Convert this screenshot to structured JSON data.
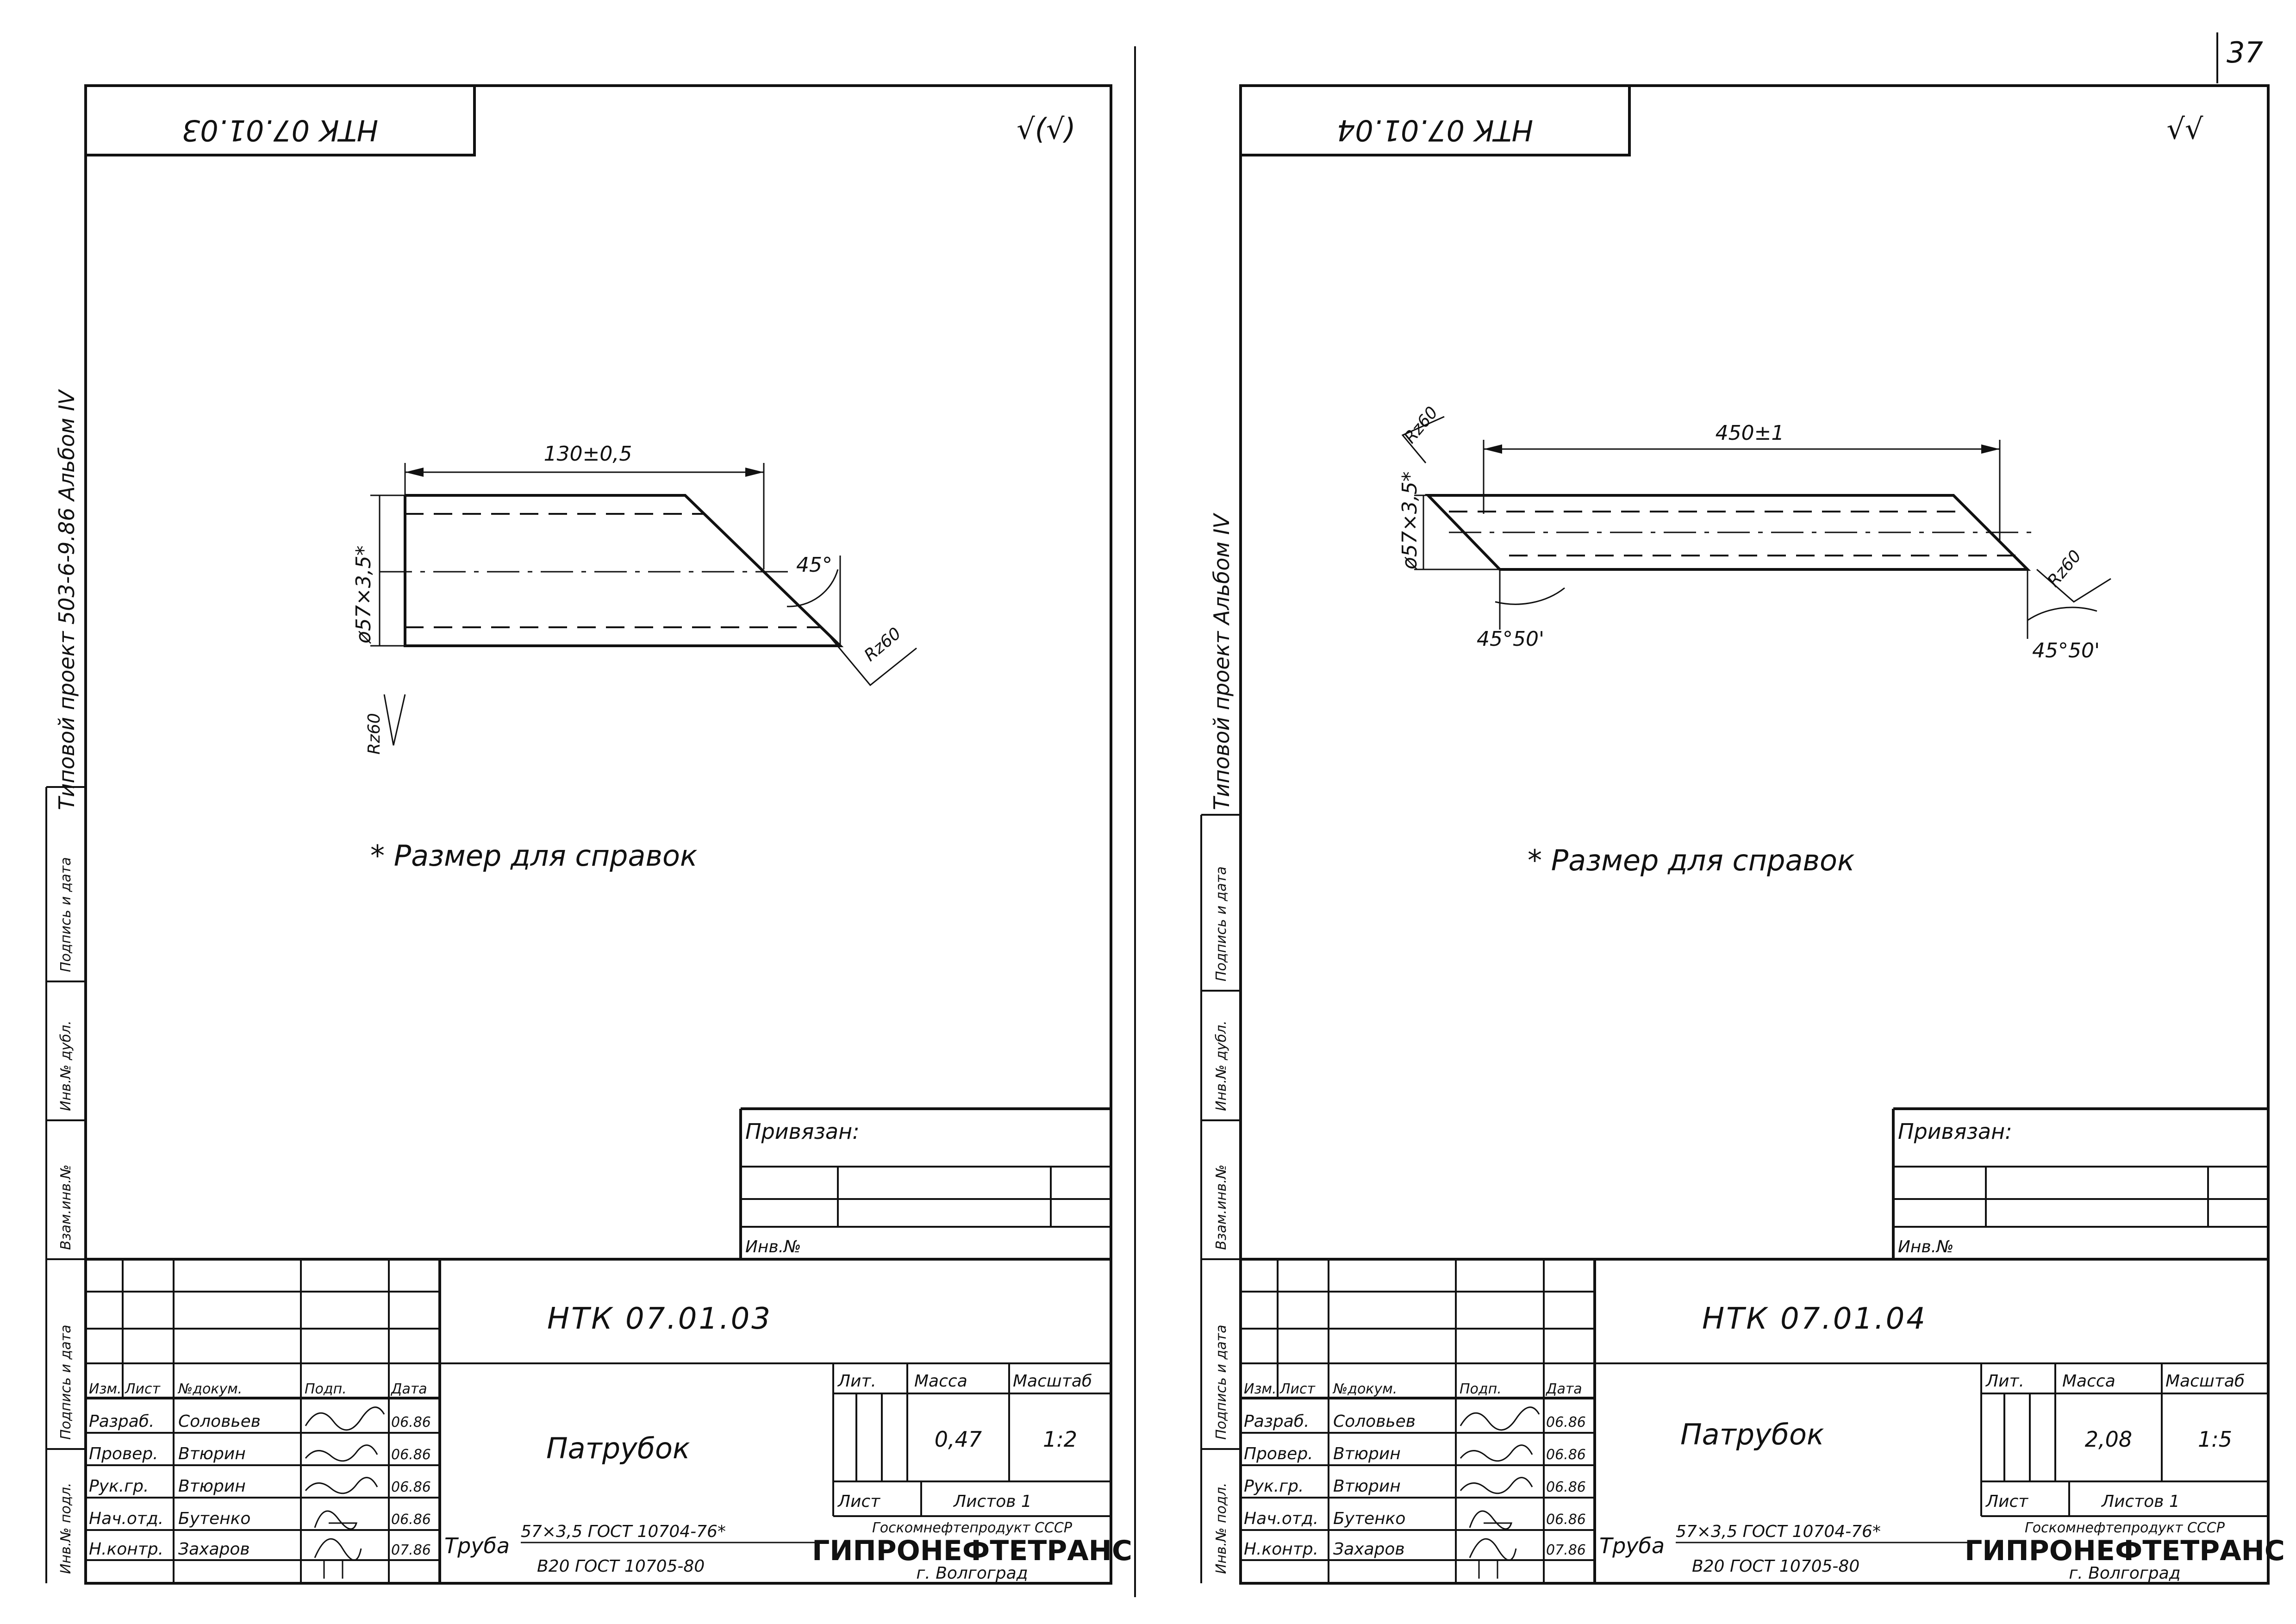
{
  "page_number": "37",
  "left_sheet": {
    "rotated_stamp": "НТК 07.01.03",
    "roughness_symbol": "√(√)",
    "side_label": "Типовой проект 503-6-9.86  Альбом IV",
    "dims": {
      "length": "130±0,5",
      "diameter": "ø57×3,5*",
      "angle": "45°",
      "rough_right": "Rz60",
      "rough_left": "Rz60"
    },
    "note": "* Размер для справок",
    "binding_label": "Привязан:",
    "inv_label": "Инв.№",
    "designation": "НТК  07.01.03",
    "header": {
      "izm": "Изм.",
      "list": "Лист",
      "doc": "№докум.",
      "sign": "Подп.",
      "date": "Дата"
    },
    "rows": [
      {
        "role": "Разраб.",
        "name": "Соловьев",
        "date": "06.86"
      },
      {
        "role": "Провер.",
        "name": "Втюрин",
        "date": "06.86"
      },
      {
        "role": "Рук.гр.",
        "name": "Втюрин",
        "date": "06.86"
      },
      {
        "role": "Нач.отд.",
        "name": "Бутенко",
        "date": "06.86"
      },
      {
        "role": "Н.контр.",
        "name": "Захаров",
        "date": "07.86"
      }
    ],
    "part_name": "Патрубок",
    "lit_label": "Лит.",
    "mass_label": "Масса",
    "scale_label": "Масштаб",
    "mass": "0,47",
    "scale": "1:2",
    "sheet_label": "Лист",
    "sheets_label": "Листов 1",
    "material_prefix": "Труба",
    "material_line1": "57×3,5 ГОСТ 10704-76*",
    "material_line2": "В20 ГОСТ 10705-80",
    "org_top": "Госкомнефтепродукт СССР",
    "org_name": "ГИПРОНЕФТЕТРАНС",
    "org_city": "г. Волгоград"
  },
  "left_margin_labels": [
    "Инв.№ подл.",
    "Подпись и дата",
    "Взам.инв.№",
    "Инв.№ дубл.",
    "Подпись и дата"
  ],
  "right_sheet": {
    "rotated_stamp": "НТК 07.01.04",
    "roughness_symbol": "√√",
    "side_label": "Типовой проект   Альбом IV",
    "dims": {
      "length": "450±1",
      "diameter": "ø57×3,5*",
      "angle_left": "45°50'",
      "angle_right": "45°50'",
      "rough_left": "Rz60",
      "rough_right": "Rz60"
    },
    "note": "* Размер для справок",
    "binding_label": "Привязан:",
    "inv_label": "Инв.№",
    "designation": "НТК  07.01.04",
    "header": {
      "izm": "Изм.",
      "list": "Лист",
      "doc": "№докум.",
      "sign": "Подп.",
      "date": "Дата"
    },
    "rows": [
      {
        "role": "Разраб.",
        "name": "Соловьев",
        "date": "06.86"
      },
      {
        "role": "Провер.",
        "name": "Втюрин",
        "date": "06.86"
      },
      {
        "role": "Рук.гр.",
        "name": "Втюрин",
        "date": "06.86"
      },
      {
        "role": "Нач.отд.",
        "name": "Бутенко",
        "date": "06.86"
      },
      {
        "role": "Н.контр.",
        "name": "Захаров",
        "date": "07.86"
      }
    ],
    "part_name": "Патрубок",
    "lit_label": "Лит.",
    "mass_label": "Масса",
    "scale_label": "Масштаб",
    "mass": "2,08",
    "scale": "1:5",
    "sheet_label": "Лист",
    "sheets_label": "Листов 1",
    "material_prefix": "Труба",
    "material_line1": "57×3,5 ГОСТ 10704-76*",
    "material_line2": "В20 ГОСТ 10705-80",
    "org_top": "Госкомнефтепродукт СССР",
    "org_name": "ГИПРОНЕФТЕТРАНС",
    "org_city": "г. Волгоград"
  },
  "right_margin_labels": [
    "Инв.№ подл.",
    "Подпись и дата",
    "Взам.инв.№",
    "Инв.№ дубл.",
    "Подпись и дата"
  ]
}
